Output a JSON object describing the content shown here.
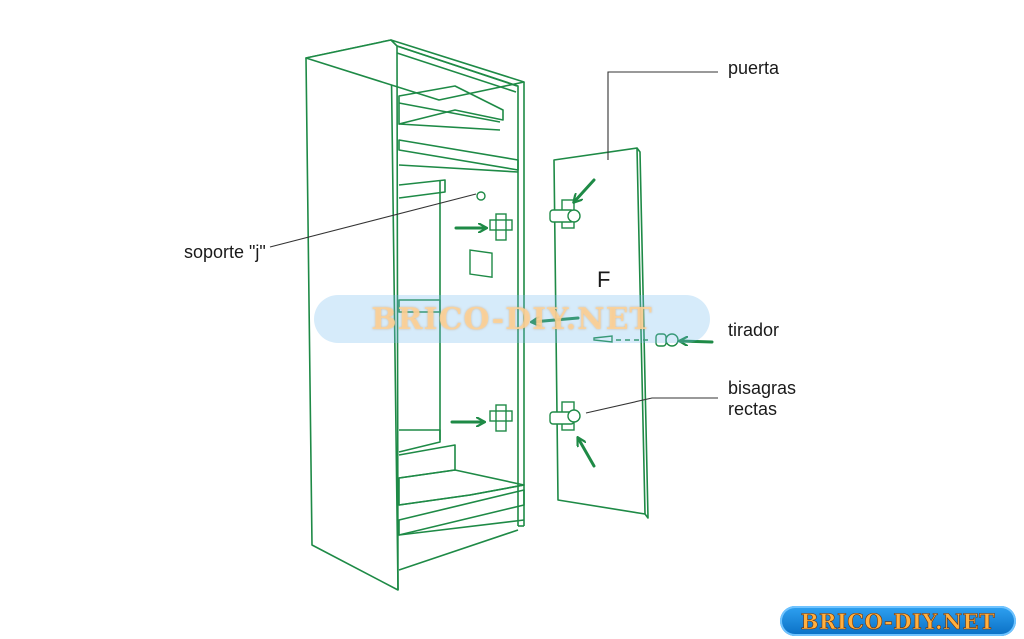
{
  "labels": {
    "puerta": "puerta",
    "soporte": "soporte \"j\"",
    "tirador": "tirador",
    "bisagras_line1": "bisagras",
    "bisagras_line2": "rectas",
    "f_marker": "F"
  },
  "watermark": "BRICO-DIY.NET",
  "logo": "BRICO-DIY.NET",
  "colors": {
    "line": "#1e8a46",
    "arrow": "#1e8a46",
    "leader": "#333333",
    "text": "#1a1a1a"
  }
}
